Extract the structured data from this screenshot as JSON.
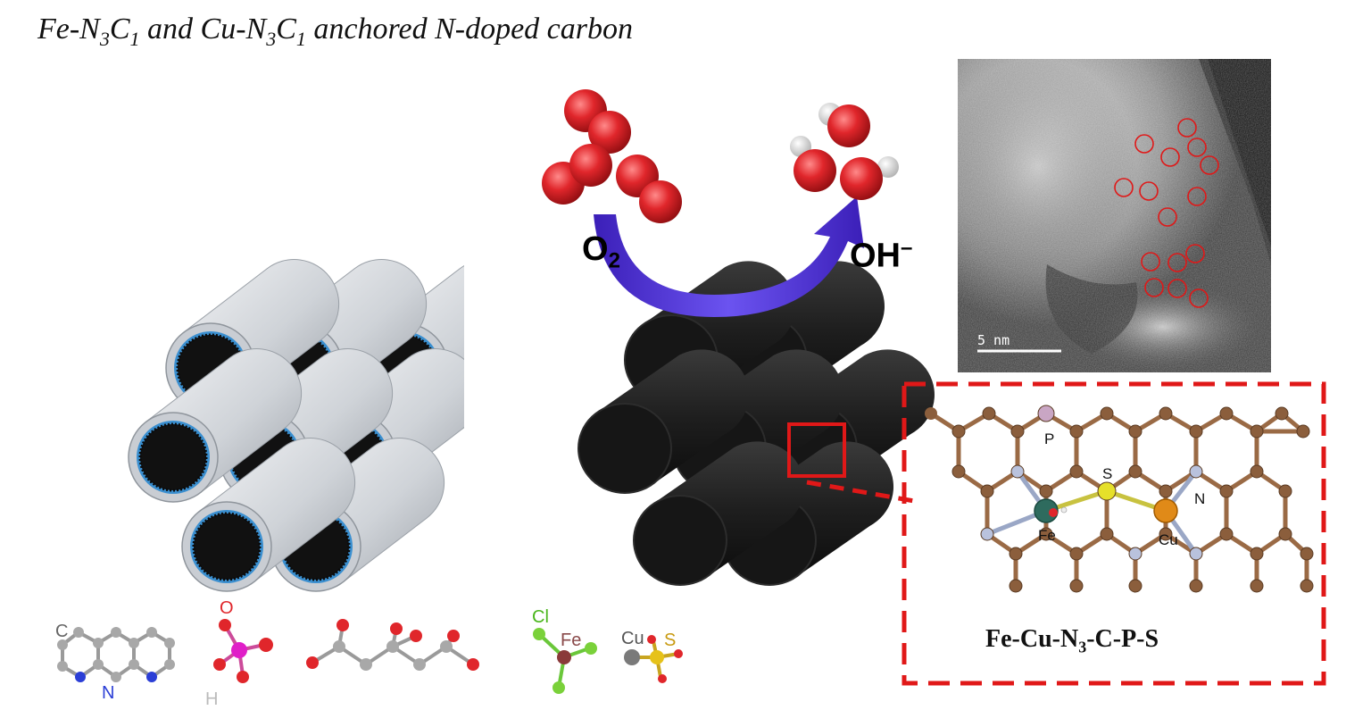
{
  "title": {
    "text": "Fe-N3C1 and Cu-N3C1 anchored N-doped carbon",
    "parts": [
      "Fe-N",
      "3",
      "C",
      "1",
      " and Cu-N",
      "3",
      "C",
      "1",
      " anchored N-doped carbon"
    ]
  },
  "reaction": {
    "reactant": "O",
    "reactant_sub": "2",
    "product": "OH",
    "product_sup": "–"
  },
  "tem": {
    "scale_label": "5 nm"
  },
  "structure": {
    "label_parts": [
      "Fe-Cu-N",
      "3",
      "-C-P-S"
    ],
    "atoms": {
      "p": "P",
      "s": "S",
      "n": "N",
      "fe": "Fe",
      "cu": "Cu"
    }
  },
  "precursors": {
    "c": "C",
    "n": "N",
    "o": "O",
    "h": "H",
    "cl": "Cl",
    "fe": "Fe",
    "cu": "Cu",
    "s": "S"
  },
  "colors": {
    "oxygen": "#e0262b",
    "hydrogen": "#e8e8e8",
    "arrow": "#4b2bd6",
    "carbon_atom": "#8b5e3c",
    "nitrogen_atom": "#b9c2dd",
    "phosphorus_atom": "#c9a6c4",
    "sulfur_atom": "#e6e02a",
    "iron_atom": "#2e6b5e",
    "copper_atom": "#e08a18",
    "highlight": "#e01818",
    "tube_shell": "#c9cdd3",
    "tube_liner": "#3a8fd0",
    "rod": "#1c1c1c"
  }
}
